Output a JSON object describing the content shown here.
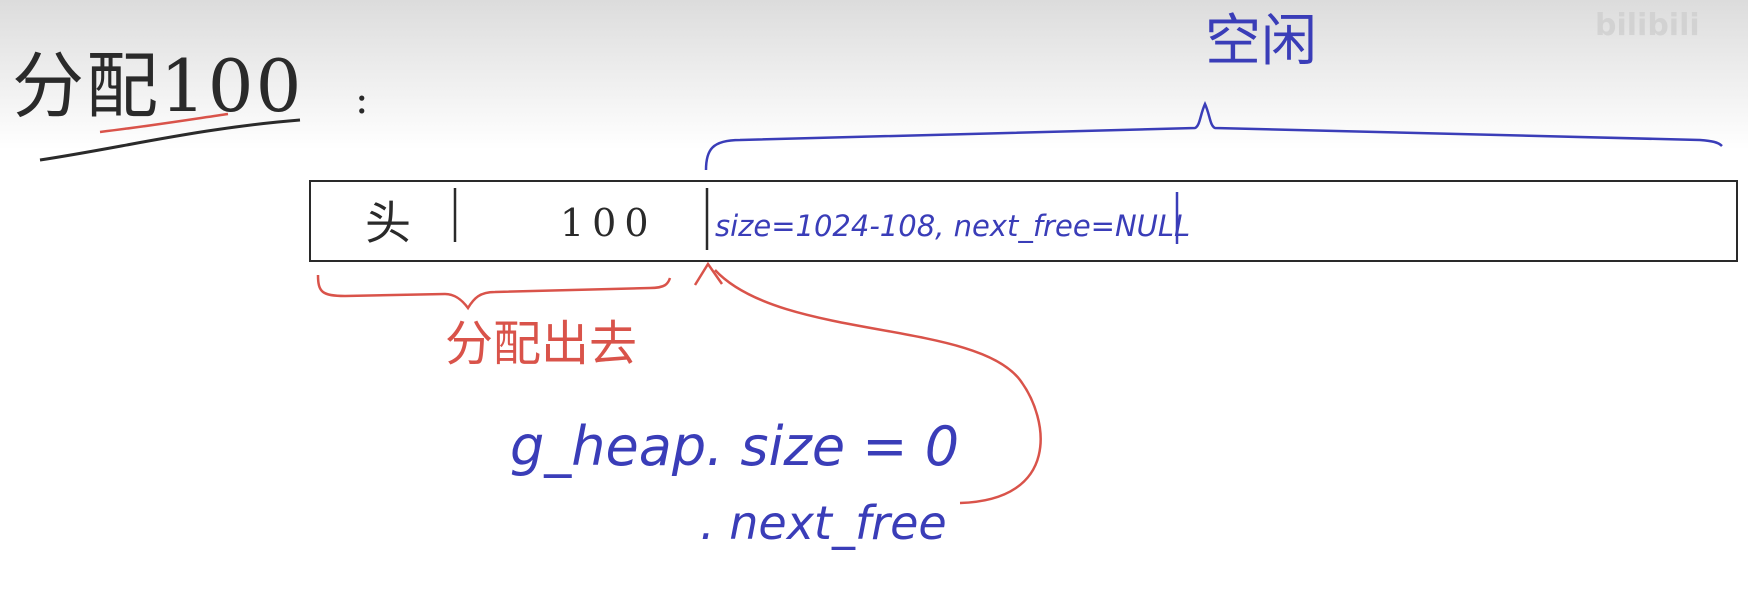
{
  "watermark": "bilibili",
  "colors": {
    "ink_black": "#2a2a2a",
    "ink_blue": "#3a3db8",
    "ink_red": "#d9534a"
  },
  "heading": {
    "text": "分配100",
    "colon": ":"
  },
  "free_label": "空闲",
  "memory_bar": {
    "head_cell": "头",
    "size_cell": "100",
    "free_cell": "size=1024-108, next_free=NULL"
  },
  "allocated_label": "分配出去",
  "heap_note": {
    "line1": "g_heap. size = 0",
    "line2": ". next_free"
  }
}
